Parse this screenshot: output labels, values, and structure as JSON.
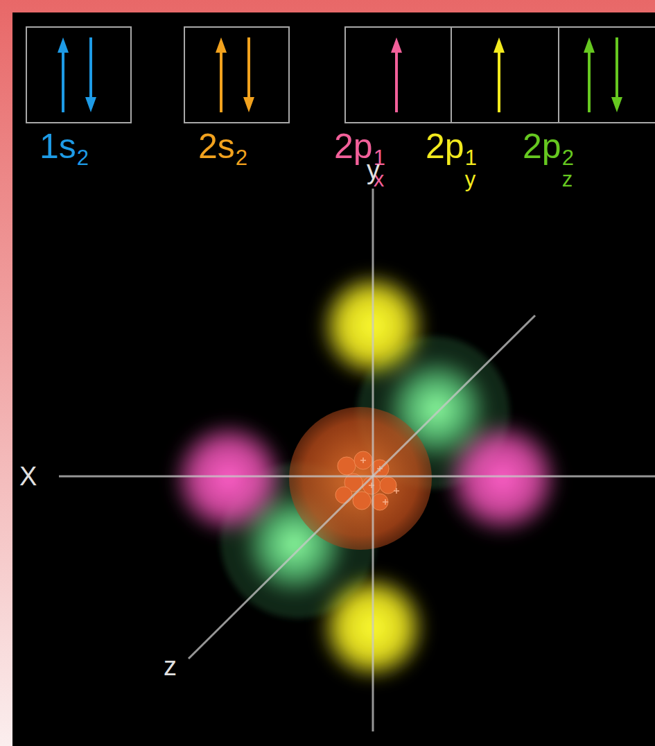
{
  "diagram": {
    "nodes": [
      {
        "text": [
          "1s",
          "2"
        ]
      },
      {
        "text": [
          "2s",
          "2"
        ]
      },
      {
        "text": [
          "2p",
          "1",
          "x"
        ]
      },
      {
        "text": [
          "2p",
          "1",
          "y"
        ]
      },
      {
        "text": [
          "2p",
          "2",
          "z"
        ]
      }
    ],
    "labels": [
      "y",
      "X",
      "z"
    ]
  }
}
